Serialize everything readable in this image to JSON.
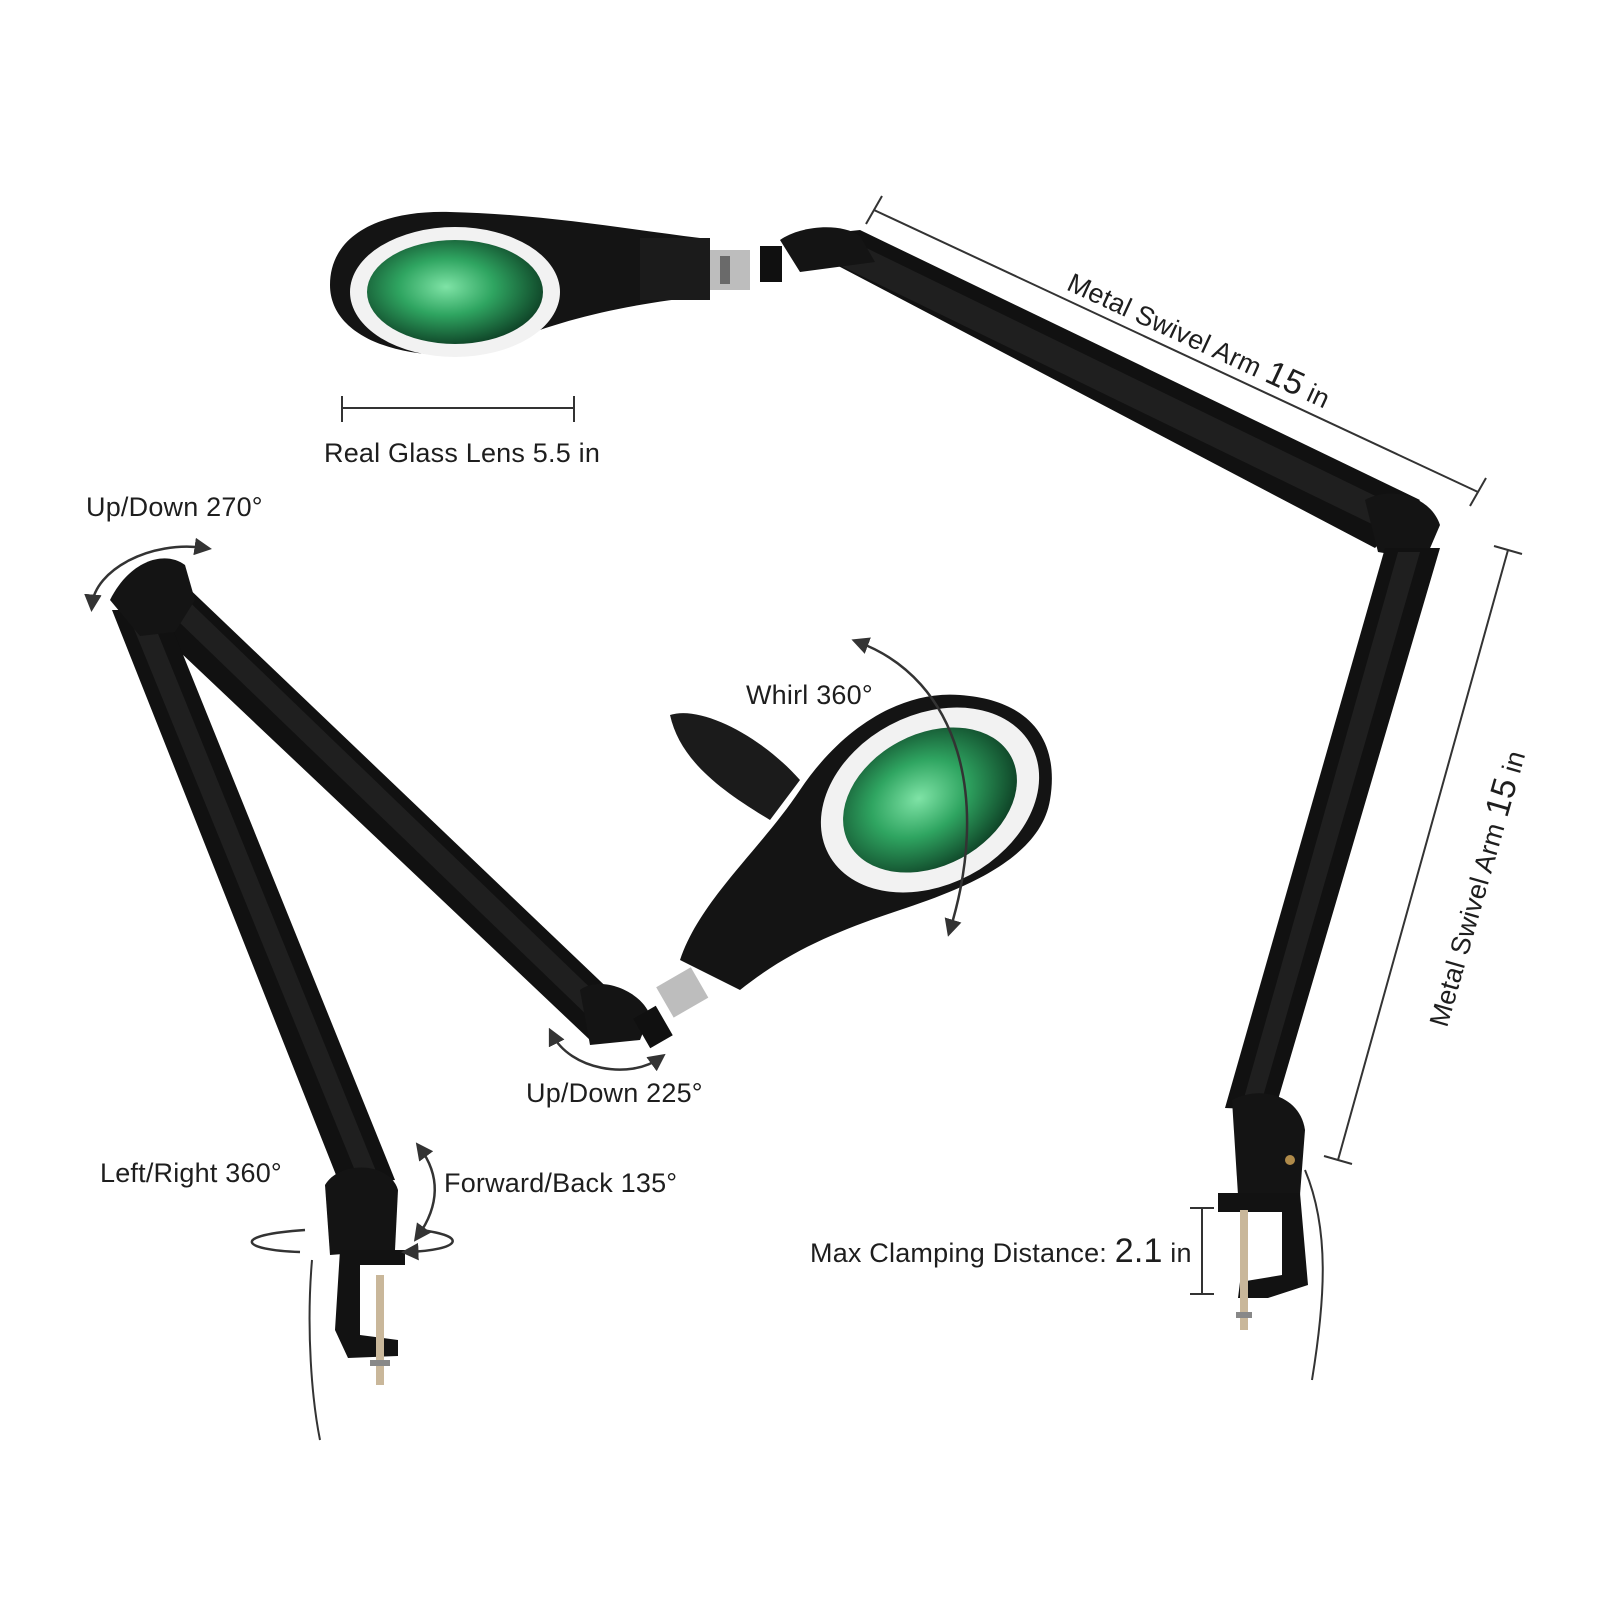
{
  "labels": {
    "lens": "Real Glass Lens 5.5 in",
    "arm_top": {
      "prefix": "Metal Swivel Arm ",
      "value": "15",
      "unit": " in"
    },
    "arm_right": {
      "prefix": "Metal Swivel Arm ",
      "value": "15",
      "unit": " in"
    },
    "up_down_270": "Up/Down 270°",
    "whirl_360": "Whirl 360°",
    "up_down_225": "Up/Down 225°",
    "left_right_360": "Left/Right 360°",
    "forward_back_135": "Forward/Back 135°",
    "clamp": {
      "prefix": "Max Clamping Distance: ",
      "value": "2.1",
      "unit": " in"
    }
  },
  "colors": {
    "lamp_body": "#141414",
    "lamp_highlight": "#3a3a3a",
    "lens_green": "#2f9a5c",
    "ring_white": "#f2f2f2",
    "dimension_line": "#333333"
  }
}
